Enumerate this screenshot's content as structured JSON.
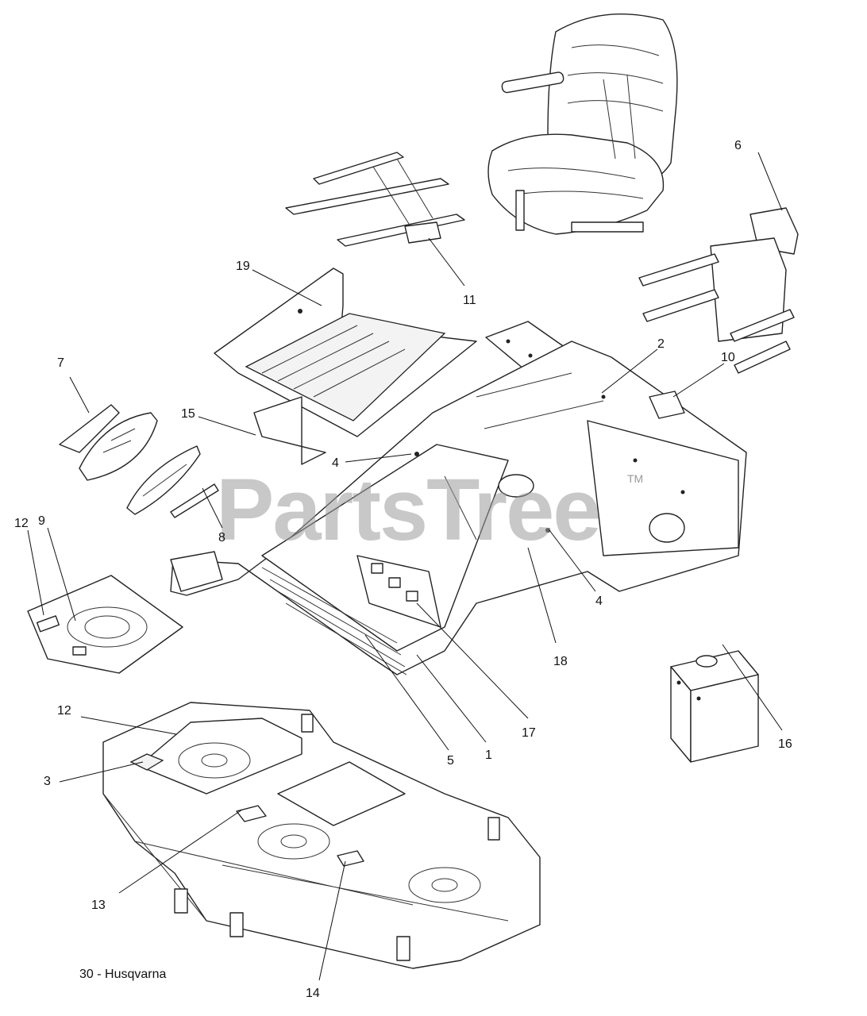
{
  "watermark": {
    "text": "PartsTree",
    "trademark": "TM"
  },
  "footer_label": "30 - Husqvarna",
  "callouts": {
    "c1": "1",
    "c2": "2",
    "c3": "3",
    "c4a": "4",
    "c4b": "4",
    "c5": "5",
    "c6": "6",
    "c7": "7",
    "c8": "8",
    "c9": "9",
    "c10": "10",
    "c11": "11",
    "c12a": "12",
    "c12b": "12",
    "c13": "13",
    "c14": "14",
    "c15": "15",
    "c16": "16",
    "c17": "17",
    "c18": "18",
    "c19": "19"
  }
}
